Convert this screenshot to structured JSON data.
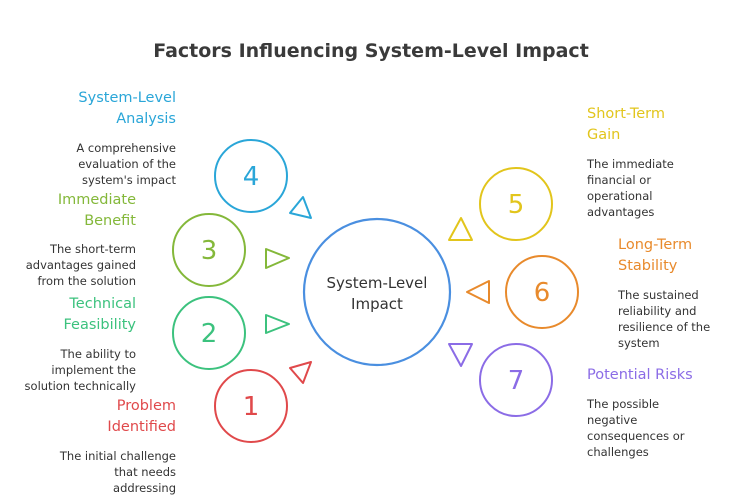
{
  "title": "Factors Influencing System-Level Impact",
  "center": {
    "line1": "System-Level",
    "line2": "Impact",
    "color": "#4a8fe0"
  },
  "factors": [
    {
      "num": "1",
      "label_line1": "Problem",
      "label_line2": "Identified",
      "desc_lines": [
        "The initial challenge",
        "that needs",
        "addressing"
      ],
      "color": "#e0494b"
    },
    {
      "num": "2",
      "label_line1": "Technical",
      "label_line2": "Feasibility",
      "desc_lines": [
        "The ability to",
        "implement the",
        "solution technically"
      ],
      "color": "#3cc27e"
    },
    {
      "num": "3",
      "label_line1": "Immediate",
      "label_line2": "Benefit",
      "desc_lines": [
        "The short-term",
        "advantages gained",
        "from the solution"
      ],
      "color": "#84b83a"
    },
    {
      "num": "4",
      "label_line1": "System-Level",
      "label_line2": "Analysis",
      "desc_lines": [
        "A comprehensive",
        "evaluation of the",
        "system's impact"
      ],
      "color": "#2aa6d8"
    },
    {
      "num": "5",
      "label_line1": "Short-Term",
      "label_line2": "Gain",
      "desc_lines": [
        "The immediate",
        "financial or",
        "operational",
        "advantages"
      ],
      "color": "#e2c51c"
    },
    {
      "num": "6",
      "label_line1": "Long-Term",
      "label_line2": "Stability",
      "desc_lines": [
        "The sustained",
        "reliability and",
        "resilience of the",
        "system"
      ],
      "color": "#e88a2c"
    },
    {
      "num": "7",
      "label_line1": "Potential Risks",
      "label_line2": "",
      "desc_lines": [
        "The possible",
        "negative",
        "consequences or",
        "challenges"
      ],
      "color": "#8b6ce6"
    }
  ]
}
